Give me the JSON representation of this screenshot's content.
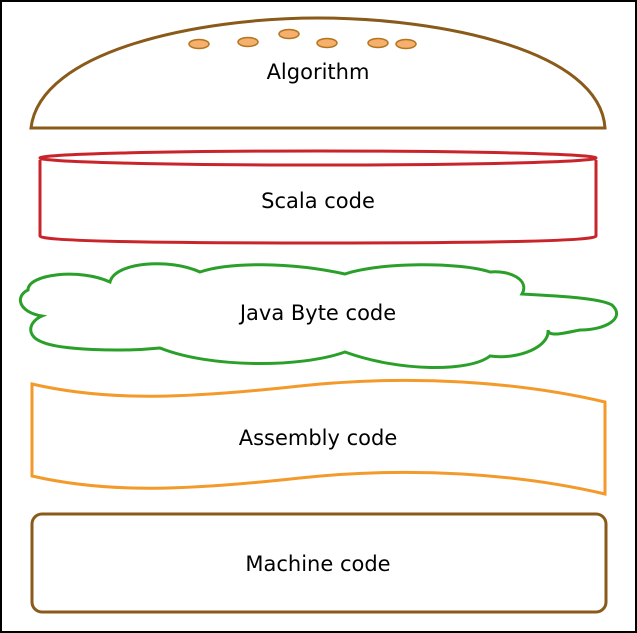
{
  "colors": {
    "background": "#ffffff",
    "frame_border": "#000000",
    "bun": "#8a5a1a",
    "seeds_fill": "#f4b06c",
    "seeds_stroke": "#b5741e",
    "scala": "#c8242a",
    "bytecode": "#2aa02a",
    "assembly": "#f39a2b",
    "machine": "#8a5a1a",
    "text": "#000000"
  },
  "layers": [
    {
      "id": "algorithm",
      "label": "Algorithm",
      "shape": "bun-top"
    },
    {
      "id": "scala",
      "label": "Scala code",
      "shape": "cylinder"
    },
    {
      "id": "bytecode",
      "label": "Java Byte code",
      "shape": "cloud"
    },
    {
      "id": "assembly",
      "label": "Assembly code",
      "shape": "wave"
    },
    {
      "id": "machine",
      "label": "Machine code",
      "shape": "rounded-rect"
    }
  ]
}
